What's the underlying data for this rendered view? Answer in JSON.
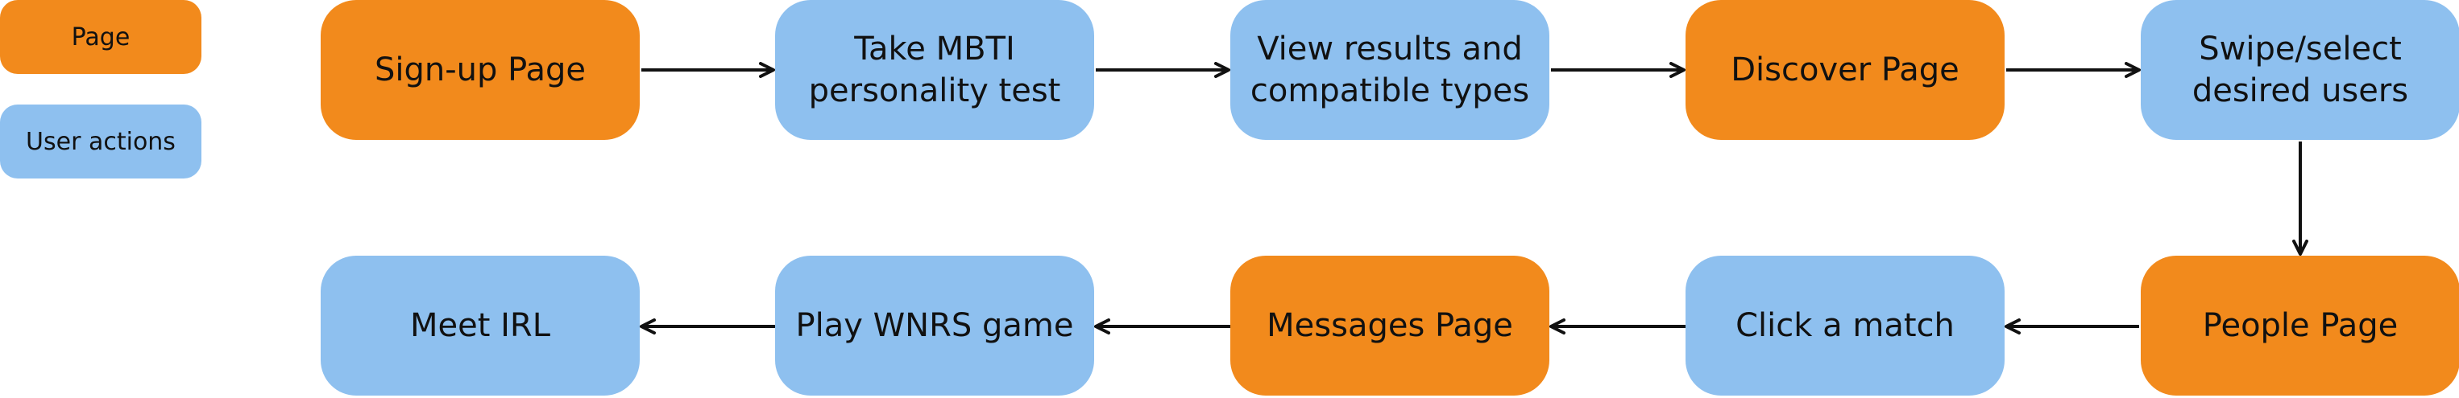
{
  "legend": {
    "page_label": "Page",
    "action_label": "User actions"
  },
  "colors": {
    "page": "#f28a1c",
    "user_action": "#8ec0ef",
    "arrow": "#111111"
  },
  "nodes": {
    "signup": "Sign-up Page",
    "mbti": "Take MBTI personality test",
    "results": "View results and compatible types",
    "discover": "Discover Page",
    "swipe": "Swipe/select desired users",
    "people": "People Page",
    "click_match": "Click a match",
    "messages": "Messages Page",
    "wnrs": "Play WNRS game",
    "meet": "Meet IRL"
  }
}
